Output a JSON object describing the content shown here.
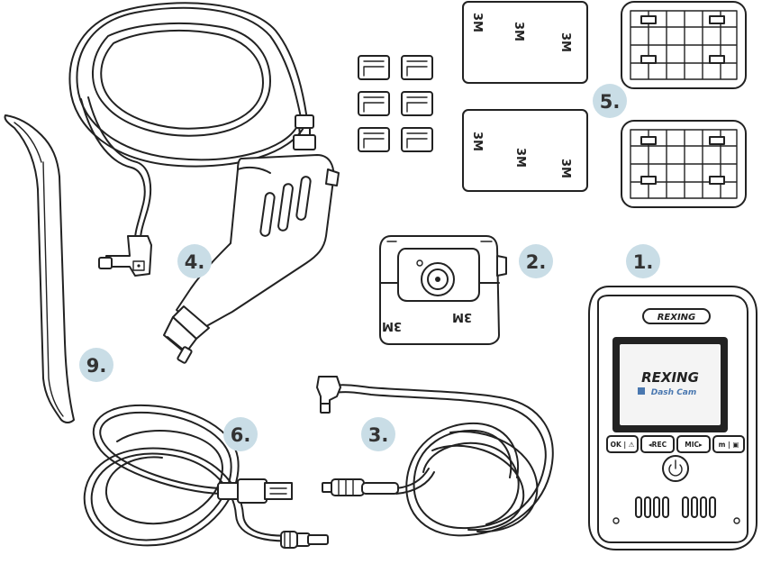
{
  "badges": {
    "camera": {
      "number": "1.",
      "color": "#c9dde6"
    },
    "mount_cam": {
      "number": "2."
    },
    "usb_short": {
      "number": "3."
    },
    "charger": {
      "number": "4."
    },
    "adhesives": {
      "number": "5."
    },
    "usb_long": {
      "number": "6."
    },
    "pry_tool": {
      "number": "9."
    }
  },
  "adhesive_text": "3M",
  "camera": {
    "top_brand": "REXING",
    "screen_brand": "REXING",
    "screen_sub": "Dash Cam",
    "buttons": [
      "OK | ⚠",
      "◂REC",
      "MIC▸",
      "m | ▣"
    ],
    "power_icon": "power-icon"
  },
  "colors": {
    "badge": "#c9dde6",
    "line": "#222222",
    "screen": "#222222",
    "screen_text": "#d7d7d7",
    "accent_blue": "#4a78b0"
  }
}
